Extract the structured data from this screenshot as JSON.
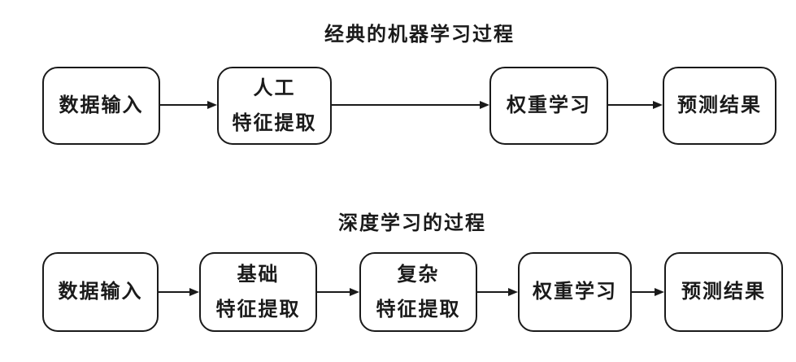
{
  "colors": {
    "background": "#ffffff",
    "line": "#1a1a1a",
    "text": "#1a1a1a",
    "box_fill": "#ffffff"
  },
  "diagrams": [
    {
      "title": "经典的机器学习过程",
      "nodes": [
        {
          "label": "数据输入"
        },
        {
          "label": "人工\n特征提取"
        },
        {
          "label": "权重学习"
        },
        {
          "label": "预测结果"
        }
      ]
    },
    {
      "title": "深度学习的过程",
      "nodes": [
        {
          "label": "数据输入"
        },
        {
          "label": "基础\n特征提取"
        },
        {
          "label": "复杂\n特征提取"
        },
        {
          "label": "权重学习"
        },
        {
          "label": "预测结果"
        }
      ]
    }
  ]
}
